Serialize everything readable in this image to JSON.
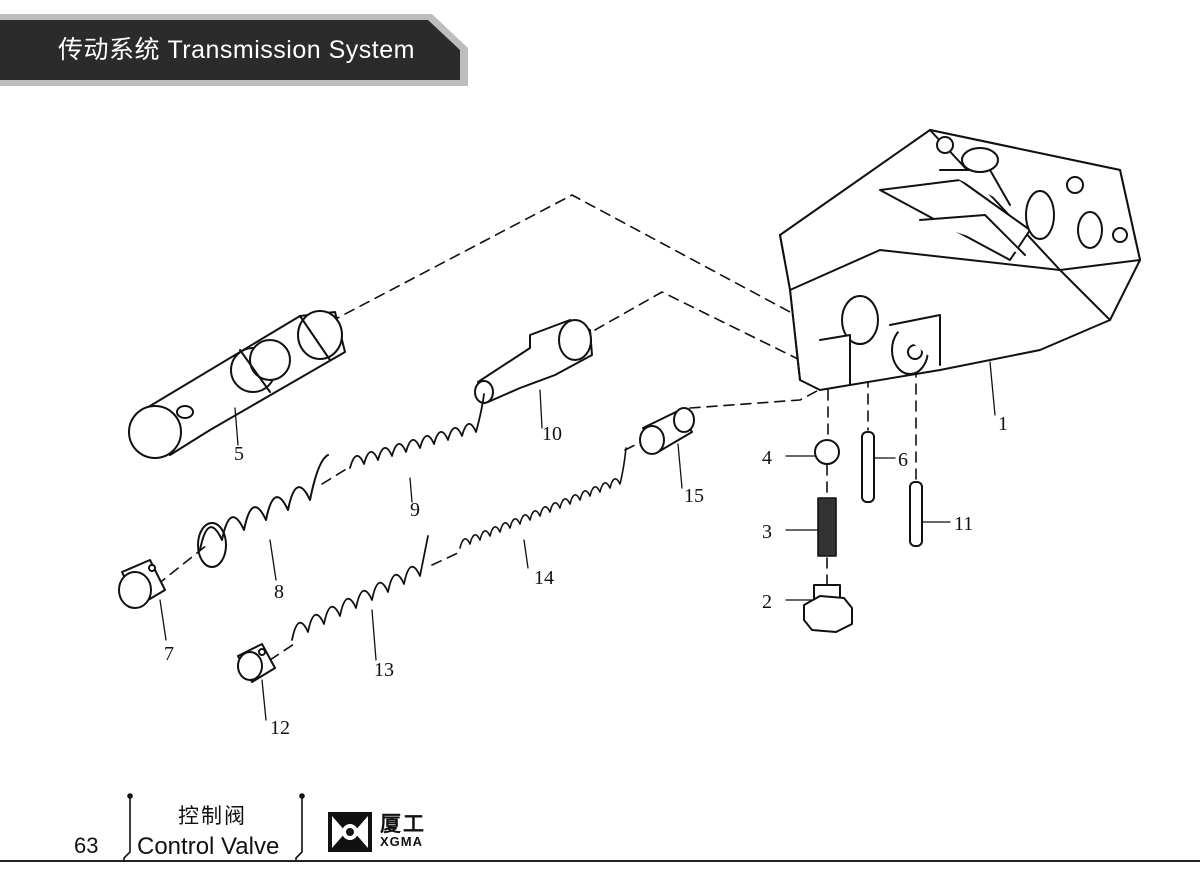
{
  "header": {
    "title": "传动系统  Transmission System"
  },
  "footer": {
    "page_number": "63",
    "section_title_zh": "控制阀",
    "section_title_en": "Control Valve",
    "brand_zh": "厦工",
    "brand_en": "XGMA"
  },
  "callouts": [
    "1",
    "2",
    "3",
    "4",
    "5",
    "6",
    "7",
    "8",
    "9",
    "10",
    "11",
    "12",
    "13",
    "14",
    "15"
  ]
}
